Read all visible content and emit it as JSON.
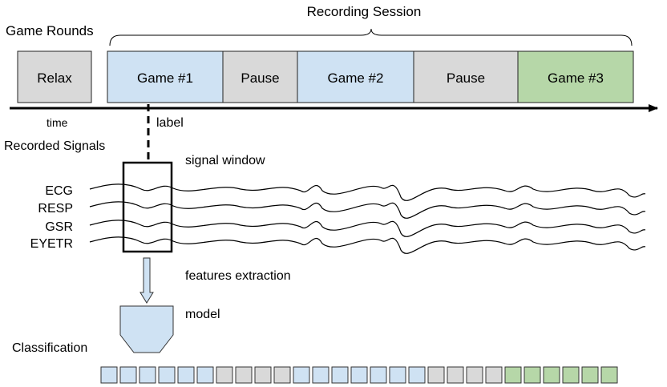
{
  "colors": {
    "blue": "#cfe2f3",
    "gray": "#d9d9d9",
    "green": "#b6d7a8",
    "model": "#cfe2f3",
    "stroke": "#000000"
  },
  "labels": {
    "recording_session": "Recording Session",
    "game_rounds": "Game Rounds",
    "time": "time",
    "label": "label",
    "recorded_signals": "Recorded Signals",
    "signal_window": "signal window",
    "features_extraction": "features extraction",
    "model": "model",
    "classification": "Classification"
  },
  "rounds": [
    {
      "label": "Relax",
      "color": "gray"
    },
    {
      "label": "Game #1",
      "color": "blue"
    },
    {
      "label": "Pause",
      "color": "gray"
    },
    {
      "label": "Game #2",
      "color": "blue"
    },
    {
      "label": "Pause",
      "color": "gray"
    },
    {
      "label": "Game #3",
      "color": "green"
    }
  ],
  "signals": [
    "ECG",
    "RESP",
    "GSR",
    "EYETR"
  ],
  "classification_sequence": [
    "blue",
    "blue",
    "blue",
    "blue",
    "blue",
    "blue",
    "gray",
    "gray",
    "gray",
    "gray",
    "blue",
    "blue",
    "blue",
    "blue",
    "blue",
    "blue",
    "blue",
    "gray",
    "gray",
    "gray",
    "gray",
    "green",
    "green",
    "green",
    "green",
    "green",
    "green"
  ]
}
